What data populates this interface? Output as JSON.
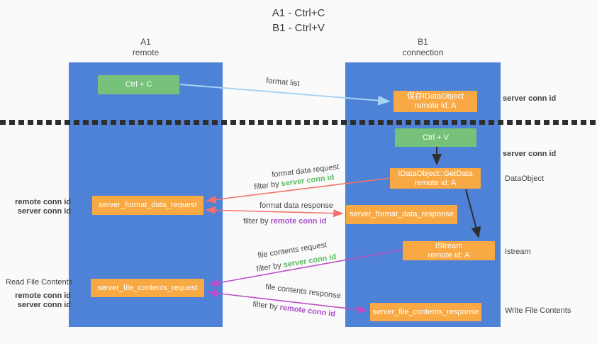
{
  "title": {
    "line1": "A1 - Ctrl+C",
    "line2": "B1 - Ctrl+V"
  },
  "columns": {
    "left": {
      "id": "A1",
      "subtitle": "remote"
    },
    "right": {
      "id": "B1",
      "subtitle": "connection"
    }
  },
  "nodes": {
    "ctrl_c": "Ctrl + C",
    "ctrl_v": "Ctrl + V",
    "save_idataobject": {
      "line1": "保存IDataObject",
      "line2": "remote id: A"
    },
    "getdata": {
      "line1": "IDataObject::GetData",
      "line2": "remote id: A"
    },
    "istream": {
      "line1": "IStream",
      "line2": "remote id: A"
    },
    "format_request": "server_format_data_request",
    "format_response": "server_format_data_response",
    "file_request": "server_file_contents_request",
    "file_response": "server_file_contents_response"
  },
  "flow_labels": {
    "format_list": "format list",
    "format_data_request": "format data request",
    "format_data_response": "format data response",
    "file_contents_request": "file contents request",
    "file_contents_response": "file contents response",
    "filter_by": "filter by ",
    "server_conn_id": "server conn id",
    "remote_conn_id": "remote conn id"
  },
  "side_labels": {
    "server_conn_id_top": "server conn id",
    "server_conn_id_mid": "server conn id",
    "dataobject": "DataObject",
    "istream": "Istream",
    "write_file_contents": "Write File Contents",
    "read_file_contents": "Read File Contents",
    "left_mid": {
      "remote": "remote conn id",
      "server": "server conn id"
    },
    "left_bottom": {
      "remote": "remote conn id",
      "server": "server conn id"
    }
  },
  "colors": {
    "background": "#fafafa",
    "column-blue": "#4d82d7",
    "node-green": "#77c27a",
    "node-orange": "#f8a944",
    "arrow-blue": "#a6d5f2",
    "arrow-red": "#f4716c",
    "arrow-magenta": "#bd4fc8",
    "arrow-black": "#2e2e2e",
    "text-green": "#5cb860",
    "text-purple": "#a84fc8",
    "text-dark": "#404040"
  }
}
